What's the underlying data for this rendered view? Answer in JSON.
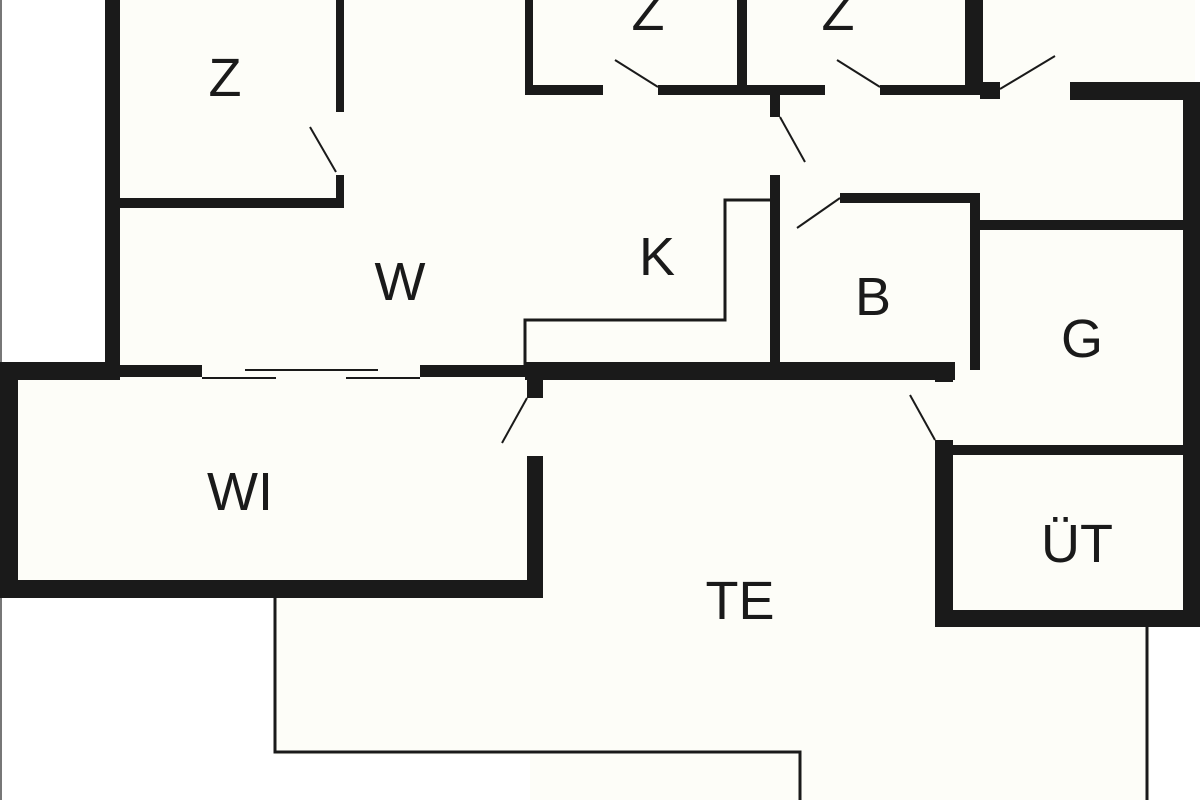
{
  "floor_plan": {
    "rooms": [
      {
        "id": "z1",
        "label": "Z"
      },
      {
        "id": "z2",
        "label": "Z"
      },
      {
        "id": "z3",
        "label": "Z"
      },
      {
        "id": "w",
        "label": "W"
      },
      {
        "id": "k",
        "label": "K"
      },
      {
        "id": "b",
        "label": "B"
      },
      {
        "id": "g",
        "label": "G"
      },
      {
        "id": "wi",
        "label": "WI"
      },
      {
        "id": "ut",
        "label": "ÜT"
      },
      {
        "id": "te",
        "label": "TE"
      }
    ],
    "colors": {
      "wall": "#1a1a1a",
      "floor": "#fdfdf8",
      "background": "#ffffff"
    }
  }
}
